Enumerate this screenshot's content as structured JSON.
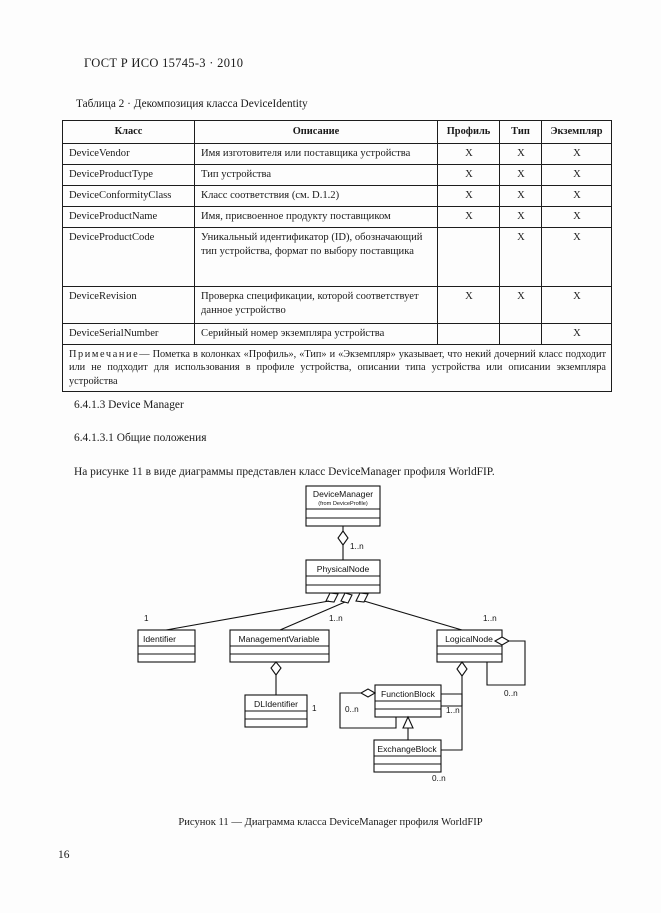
{
  "header": {
    "standard_title": "ГОСТ Р ИСО 15745-3 · 2010"
  },
  "table": {
    "caption": "Таблица 2  ·  Декомпозиция класса DeviceIdentity",
    "columns": [
      "Класс",
      "Описание",
      "Профиль",
      "Тип",
      "Экземпляр"
    ],
    "rows": [
      {
        "cls": "DeviceVendor",
        "desc": "Имя изготовителя или поставщика устройства",
        "profile": "X",
        "type": "X",
        "instance": "X"
      },
      {
        "cls": "DeviceProductType",
        "desc": "Тип устройства",
        "profile": "X",
        "type": "X",
        "instance": "X"
      },
      {
        "cls": "DeviceConformityClass",
        "desc": "Класс соответствия (см. D.1.2)",
        "profile": "X",
        "type": "X",
        "instance": "X"
      },
      {
        "cls": "DeviceProductName",
        "desc": "Имя, присвоенное продукту поставщиком",
        "profile": "X",
        "type": "X",
        "instance": "X"
      },
      {
        "cls": "DeviceProductCode",
        "desc": "Уникальный идентификатор (ID), обозначающий тип устройства, формат по выбору поставщика",
        "profile": "",
        "type": "X",
        "instance": "X"
      },
      {
        "cls": "DeviceRevision",
        "desc": "Проверка спецификации, которой соответствует данное устройство",
        "profile": "X",
        "type": "X",
        "instance": "X"
      },
      {
        "cls": "DeviceSerialNumber",
        "desc": "Серийный номер экземпляра устройства",
        "profile": "",
        "type": "",
        "instance": "X"
      }
    ],
    "note_lead": "Примечание",
    "note_dash": "—",
    "note_text": "Пометка в колонках «Профиль», «Тип» и «Экземпляр» указывает, что некий дочерний класс подходит или не подходит для использования в профиле устройства, описании типа устройства или описании экземпляра устройства"
  },
  "sections": {
    "device_manager_heading": "6.4.1.3 Device Manager",
    "general_heading": "6.4.1.3.1 Общие положения",
    "intro_paragraph": "На рисунке 11 в виде диаграммы представлен класс DeviceManager профиля WorldFIP."
  },
  "diagram": {
    "classes": {
      "device_manager": {
        "name": "DeviceManager",
        "stereotype": "(from DeviceProfile)"
      },
      "physical_node": {
        "name": "PhysicalNode"
      },
      "identifier": {
        "name": "Identifier"
      },
      "management_variable": {
        "name": "ManagementVariable"
      },
      "logical_node": {
        "name": "LogicalNode"
      },
      "dl_identifier": {
        "name": "DLIdentifier"
      },
      "function_block": {
        "name": "FunctionBlock"
      },
      "exchange_block": {
        "name": "ExchangeBlock"
      }
    },
    "multiplicities": {
      "dm_pn": "1..n",
      "pn_identifier": "1",
      "pn_mgmtvar": "1..n",
      "pn_logicalnode": "1..n",
      "logicalnode_self": "0..n",
      "dlidentifier": "1",
      "functionblock_self": "0..n",
      "functionblock_right": "1..n",
      "exchangeblock_bottom": "0..n"
    }
  },
  "figure": {
    "caption": "Рисунок 11 — Диаграмма класса DeviceManager профиля WorldFIP"
  },
  "footer": {
    "page_number": "16"
  }
}
